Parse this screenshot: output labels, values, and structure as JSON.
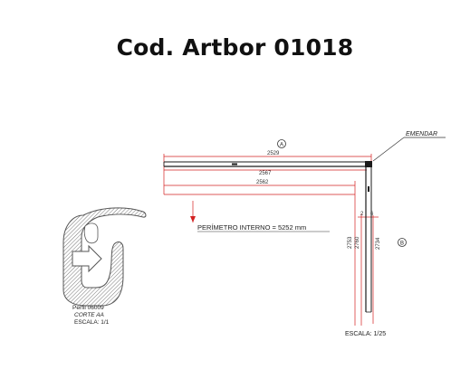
{
  "title": "Cod. Artbor 01018",
  "drawing": {
    "label_a": "A",
    "label_b": "B",
    "emendar": "EMENDAR",
    "perimeter": "PERÍMETRO INTERNO = 5252 mm",
    "dim_top": "2529",
    "dim_mid": "2567",
    "dim_bot": "2562",
    "dim_v1": "2753",
    "dim_v2": "2760",
    "dim_v3": "2734",
    "dim_small1": "2",
    "dim_small2": "6",
    "scale_main": "ESCALA: 1/25",
    "profile_name": "Perfil 06009",
    "profile_cut": "CORTE AA",
    "profile_scale": "ESCALA: 1/1"
  },
  "colors": {
    "red": "#d32020",
    "frame": "#1a1a1a",
    "hatch": "#555555"
  }
}
